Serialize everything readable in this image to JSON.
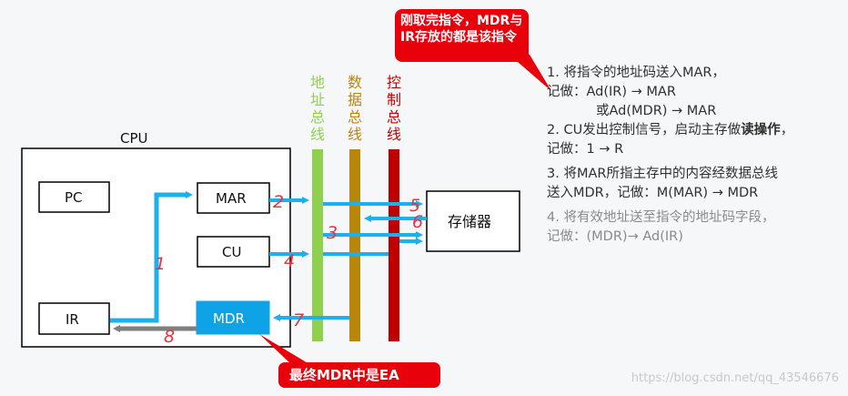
{
  "diagram": {
    "cpu_label": "CPU",
    "registers": {
      "pc": "PC",
      "mar": "MAR",
      "cu": "CU",
      "ir": "IR",
      "mdr": "MDR"
    },
    "memory": "存储器",
    "buses": {
      "address": "地址总线",
      "data": "数据总线",
      "control": "控制总线"
    },
    "step_marks": [
      "1",
      "2",
      "3",
      "4",
      "5",
      "6",
      "7",
      "8"
    ]
  },
  "notes": {
    "step1_line1": "1. 将指令的地址码送入MAR，",
    "step1_line2": "记做：Ad(IR) → MAR",
    "step1_line3": "或Ad(MDR) → MAR",
    "step2_line1_pre": "2. CU发出控制信号，启动主存做",
    "step2_line1_bold": "读操作",
    "step2_line1_post": "，",
    "step2_line2": "记做：1 → R",
    "step3_line1": "3. 将MAR所指主存中的内容经数据总线",
    "step3_line2": "送入MDR，记做：M(MAR) → MDR",
    "step4_line1": "4. 将有效地址送至指令的地址码字段，",
    "step4_line2": "记做：(MDR)→ Ad(IR)"
  },
  "callouts": {
    "top": "刚取完指令，MDR与IR存放的都是该指令",
    "bottom": "最终MDR中是EA"
  },
  "watermark": "https://blog.csdn.net/qq_43546676",
  "colors": {
    "arrow": "#1ab1ee",
    "address_bus": "#8fd14f",
    "data_bus": "#b8860b",
    "control_bus": "#c00000",
    "mdr_fill": "#0ea2e6",
    "callout": "#e8000b",
    "handwriting": "#f0303c"
  }
}
